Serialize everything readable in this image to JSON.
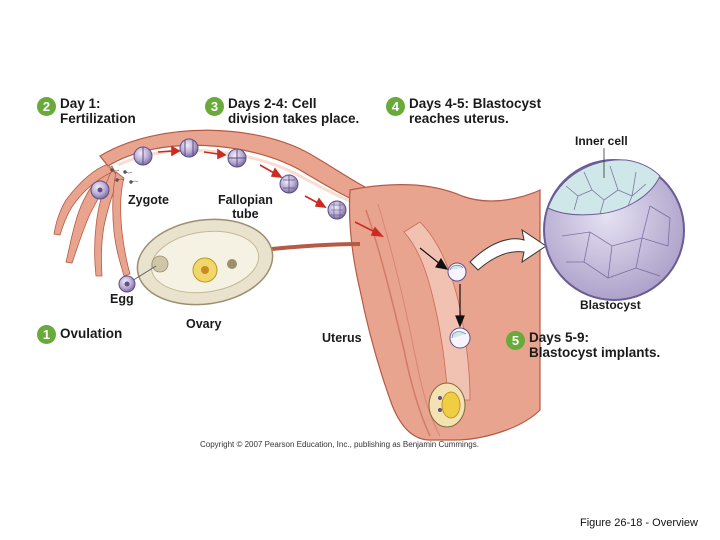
{
  "steps": [
    {
      "number": "1",
      "text": "Ovulation"
    },
    {
      "number": "2",
      "line1": "Day 1:",
      "line2": "Fertilization"
    },
    {
      "number": "3",
      "line1": "Days 2-4: Cell",
      "line2": "division takes place."
    },
    {
      "number": "4",
      "line1": "Days 4-5: Blastocyst",
      "line2": "reaches uterus."
    },
    {
      "number": "5",
      "line1": "Days 5-9:",
      "line2": "Blastocyst implants."
    }
  ],
  "labels": {
    "zygote": "Zygote",
    "fallopian_line1": "Fallopian",
    "fallopian_line2": "tube",
    "egg": "Egg",
    "ovary": "Ovary",
    "uterus": "Uterus",
    "inner_cell": "Inner cell",
    "blastocyst": "Blastocyst"
  },
  "copyright": "Copyright © 2007 Pearson Education, Inc., publishing as Benjamin Cummings.",
  "figure_caption": "Figure 26-18 - Overview",
  "colors": {
    "tissue": "#e8a48e",
    "tissue_dark": "#c96a55",
    "step_badge": "#6aaa3a",
    "ovary": "#e9e2cc",
    "cell": "#b9aed3",
    "inner_cell_mass": "#cfe7e8"
  }
}
